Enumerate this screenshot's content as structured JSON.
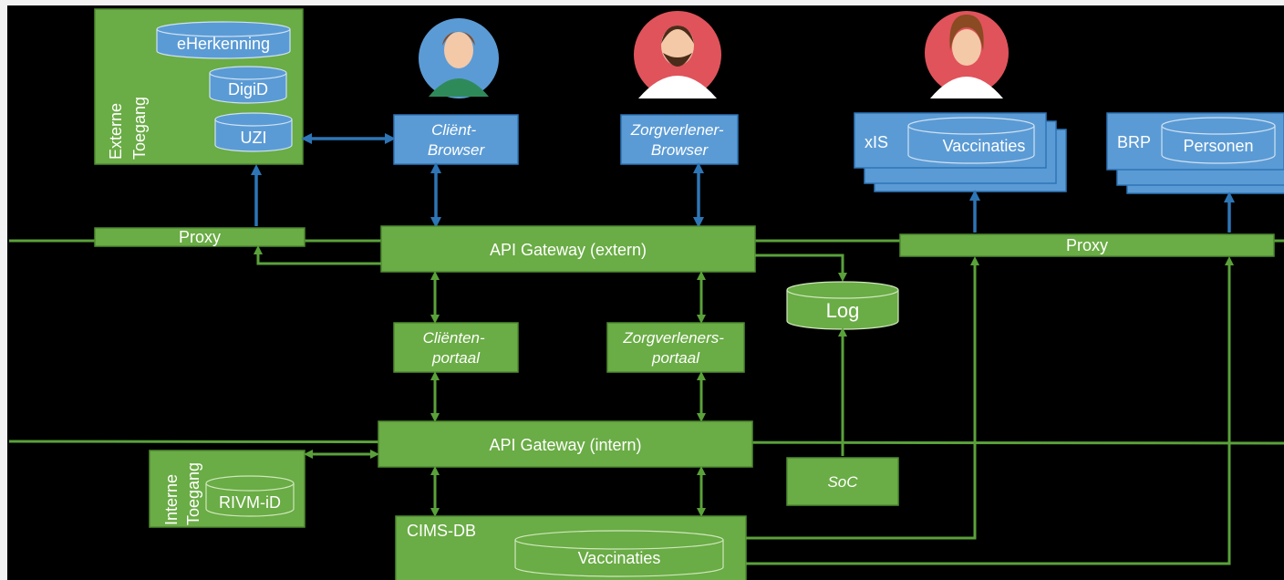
{
  "external_access": {
    "label": "Externe Toegang",
    "systems": [
      "eHerkenning",
      "DigiD",
      "UZI"
    ]
  },
  "internal_access": {
    "label": "Interne Toegang",
    "systems": [
      "RIVM-iD"
    ]
  },
  "browsers": {
    "client": "Cliënt-Browser",
    "care_provider": "Zorgverlener-Browser"
  },
  "proxies": {
    "left": "Proxy",
    "right": "Proxy"
  },
  "gateways": {
    "external": "API Gateway (extern)",
    "internal": "API Gateway (intern)"
  },
  "portals": {
    "client": "Cliënten-portaal",
    "care_provider": "Zorgverleners-portaal"
  },
  "log": "Log",
  "soc": "SoC",
  "xis": {
    "label": "xIS",
    "db": "Vaccinaties"
  },
  "brp": {
    "label": "BRP",
    "db": "Personen"
  },
  "cims": {
    "label": "CIMS-DB",
    "db": "Vaccinaties"
  },
  "colors": {
    "green": "#6aac45",
    "blue": "#5b9bd5",
    "blue_arrow": "#2e75b6",
    "background": "#000000"
  }
}
